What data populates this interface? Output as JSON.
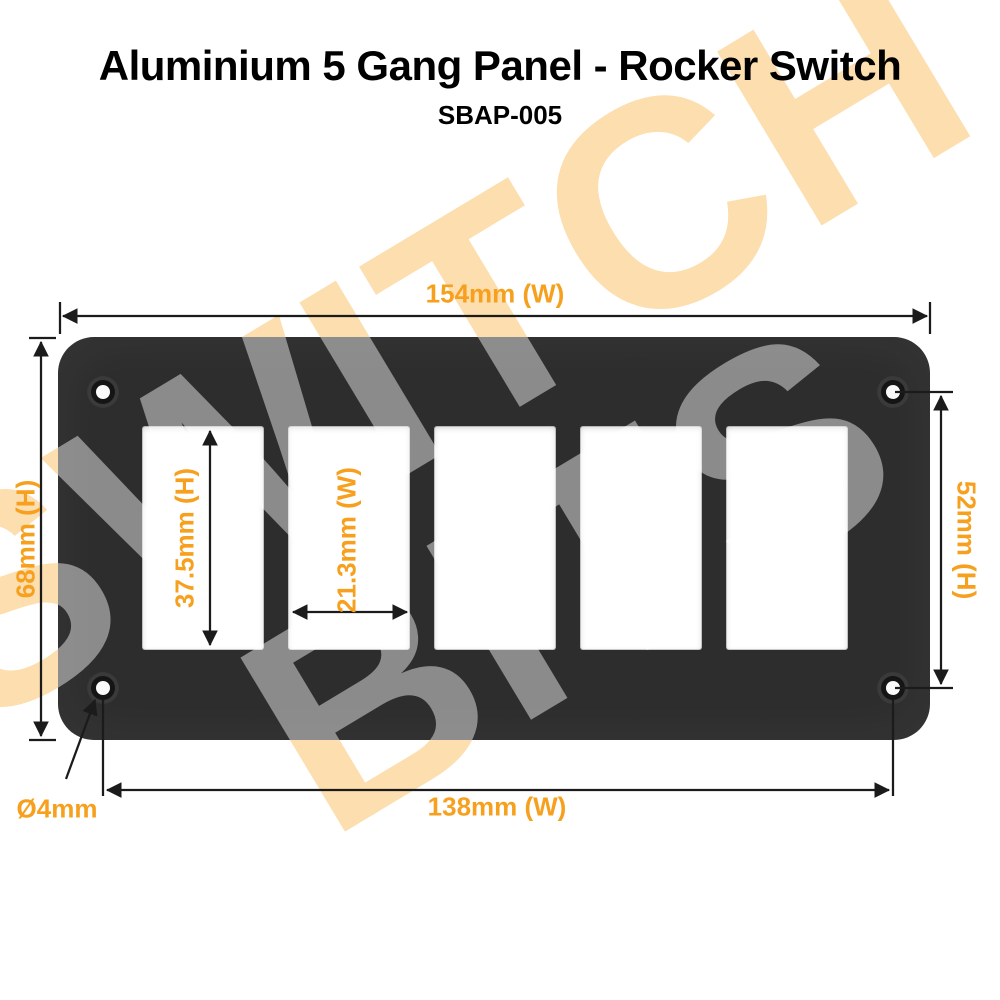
{
  "header": {
    "title": "Aluminium 5 Gang Panel - Rocker Switch",
    "subtitle": "SBAP-005"
  },
  "watermark": {
    "line1": "SWITCH",
    "line2": "BITS"
  },
  "diagram": {
    "panel_color": "#2d2d2d",
    "dimension_label_color": "#f6a01e",
    "gang_count": 5,
    "mounting_hole_count": 4,
    "labels": {
      "overall_width": "154mm (W)",
      "overall_height": "68mm (H)",
      "hole_spacing_height": "52mm (H)",
      "cutout_height": "37.5mm (H)",
      "cutout_width": "21.3mm (W)",
      "hole_spacing_width": "138mm (W)",
      "hole_diameter": "Ø4mm"
    }
  }
}
